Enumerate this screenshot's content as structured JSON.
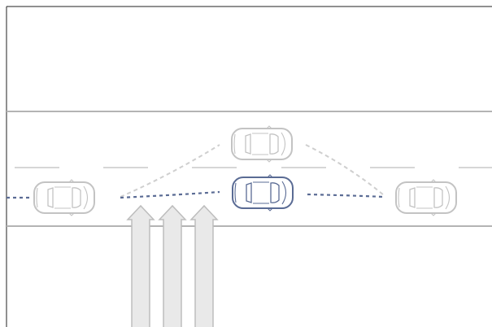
{
  "scene": {
    "colors": {
      "background": "#ffffff",
      "frame": "#222222",
      "road_edge": "#b4b4b4",
      "lane_dash": "#c8c8c8",
      "ghost_car": "#c3c3c3",
      "ghost_path": "#cfcfcf",
      "ego_car": "#5a6b94",
      "ego_path": "#5a6b94",
      "arrow_fill": "#e9e9e9",
      "arrow_stroke": "#bdbdbd"
    },
    "cars": [
      {
        "role": "lead-left",
        "style": "ghost"
      },
      {
        "role": "ghost-upper",
        "style": "ghost"
      },
      {
        "role": "ego",
        "style": "ego"
      },
      {
        "role": "lead-right",
        "style": "ghost"
      }
    ],
    "arrows_count": 3,
    "icons": [
      "car-icon",
      "up-arrow-icon"
    ]
  }
}
